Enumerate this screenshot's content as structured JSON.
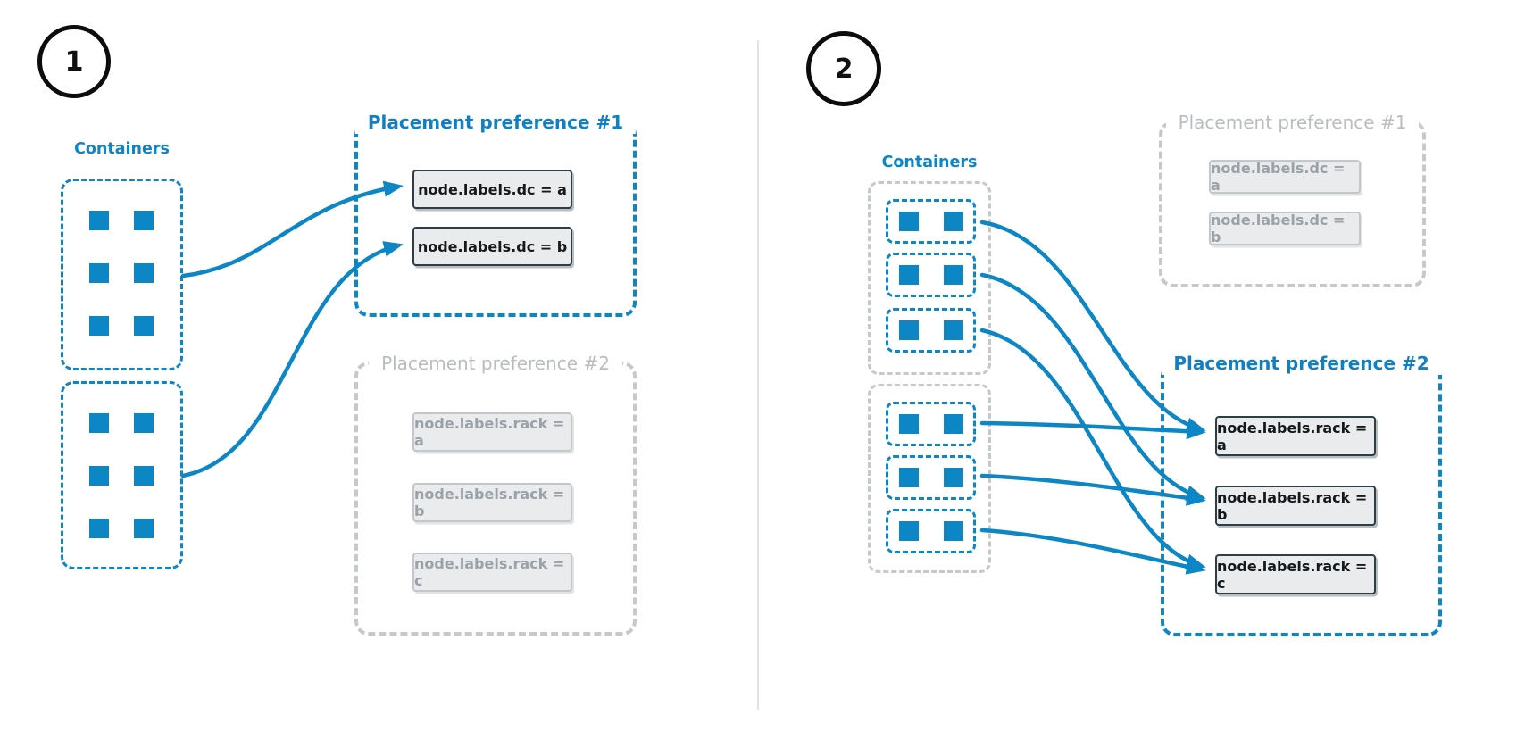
{
  "colors": {
    "accent_blue": "#0d86c6",
    "disabled_gray": "#c6c9cb",
    "node_box_fill": "#e9ebec",
    "node_box_border_active": "#2d3e46",
    "disabled_text": "#9aa2a8"
  },
  "panel1": {
    "badge": "1",
    "containers_label": "Containers",
    "container_groups": [
      {
        "name": "group-1",
        "squares": 6
      },
      {
        "name": "group-2",
        "squares": 6
      }
    ],
    "preferences": [
      {
        "title": "Placement preference #1",
        "state": "active",
        "items": [
          "node.labels.dc = a",
          "node.labels.dc = b"
        ]
      },
      {
        "title": "Placement preference #2",
        "state": "disabled",
        "items": [
          "node.labels.rack = a",
          "node.labels.rack = b",
          "node.labels.rack = c"
        ]
      }
    ],
    "connections": [
      {
        "from": "group-1",
        "to": "node.labels.dc = a"
      },
      {
        "from": "group-2",
        "to": "node.labels.dc = b"
      }
    ]
  },
  "panel2": {
    "badge": "2",
    "containers_label": "Containers",
    "container_groups": [
      {
        "name": "group-1",
        "subgroups": 3,
        "squares_per_subgroup": 2
      },
      {
        "name": "group-2",
        "subgroups": 3,
        "squares_per_subgroup": 2
      }
    ],
    "preferences": [
      {
        "title": "Placement preference #1",
        "state": "disabled",
        "items": [
          "node.labels.dc = a",
          "node.labels.dc = b"
        ]
      },
      {
        "title": "Placement preference #2",
        "state": "active",
        "items": [
          "node.labels.rack = a",
          "node.labels.rack = b",
          "node.labels.rack = c"
        ]
      }
    ],
    "connections": [
      {
        "from": "subgroup-1",
        "to": "node.labels.rack = a"
      },
      {
        "from": "subgroup-2",
        "to": "node.labels.rack = b"
      },
      {
        "from": "subgroup-3",
        "to": "node.labels.rack = c"
      },
      {
        "from": "subgroup-4",
        "to": "node.labels.rack = a"
      },
      {
        "from": "subgroup-5",
        "to": "node.labels.rack = b"
      },
      {
        "from": "subgroup-6",
        "to": "node.labels.rack = c"
      }
    ]
  }
}
